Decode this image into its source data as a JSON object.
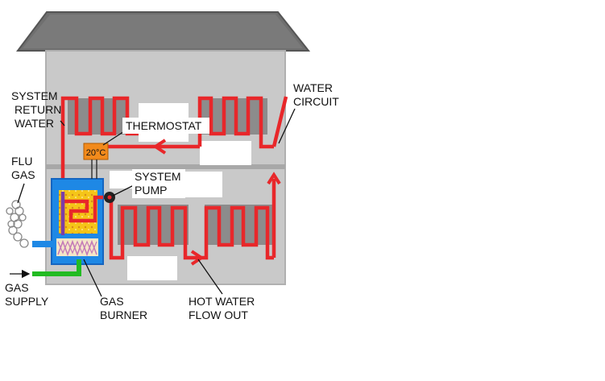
{
  "labels": {
    "system_return_water": [
      "SYSTEM",
      "RETURN",
      "WATER"
    ],
    "water_circuit": [
      "WATER",
      "CIRCUIT"
    ],
    "thermostat": "THERMOSTAT",
    "flu_gas": [
      "FLU",
      "GAS"
    ],
    "system_pump": [
      "SYSTEM",
      "PUMP"
    ],
    "gas_supply": [
      "GAS",
      "SUPPLY"
    ],
    "gas_burner": [
      "GAS",
      "BURNER"
    ],
    "hot_water_flow_out": [
      "HOT WATER",
      "FLOW OUT"
    ],
    "thermostat_display": "20°C"
  },
  "colors": {
    "roof": "#7a7a7a",
    "walls": "#c8c8c8",
    "pipe": "#e8272a",
    "return_pipe": "#7a3ea8",
    "boiler": "#1e88e5",
    "gas_pipe": "#22bb22",
    "thermostat": "#f28a1c",
    "heat": "#f5c518"
  },
  "icons": [
    "house",
    "radiator",
    "boiler",
    "pump",
    "thermostat",
    "smoke",
    "flame"
  ]
}
